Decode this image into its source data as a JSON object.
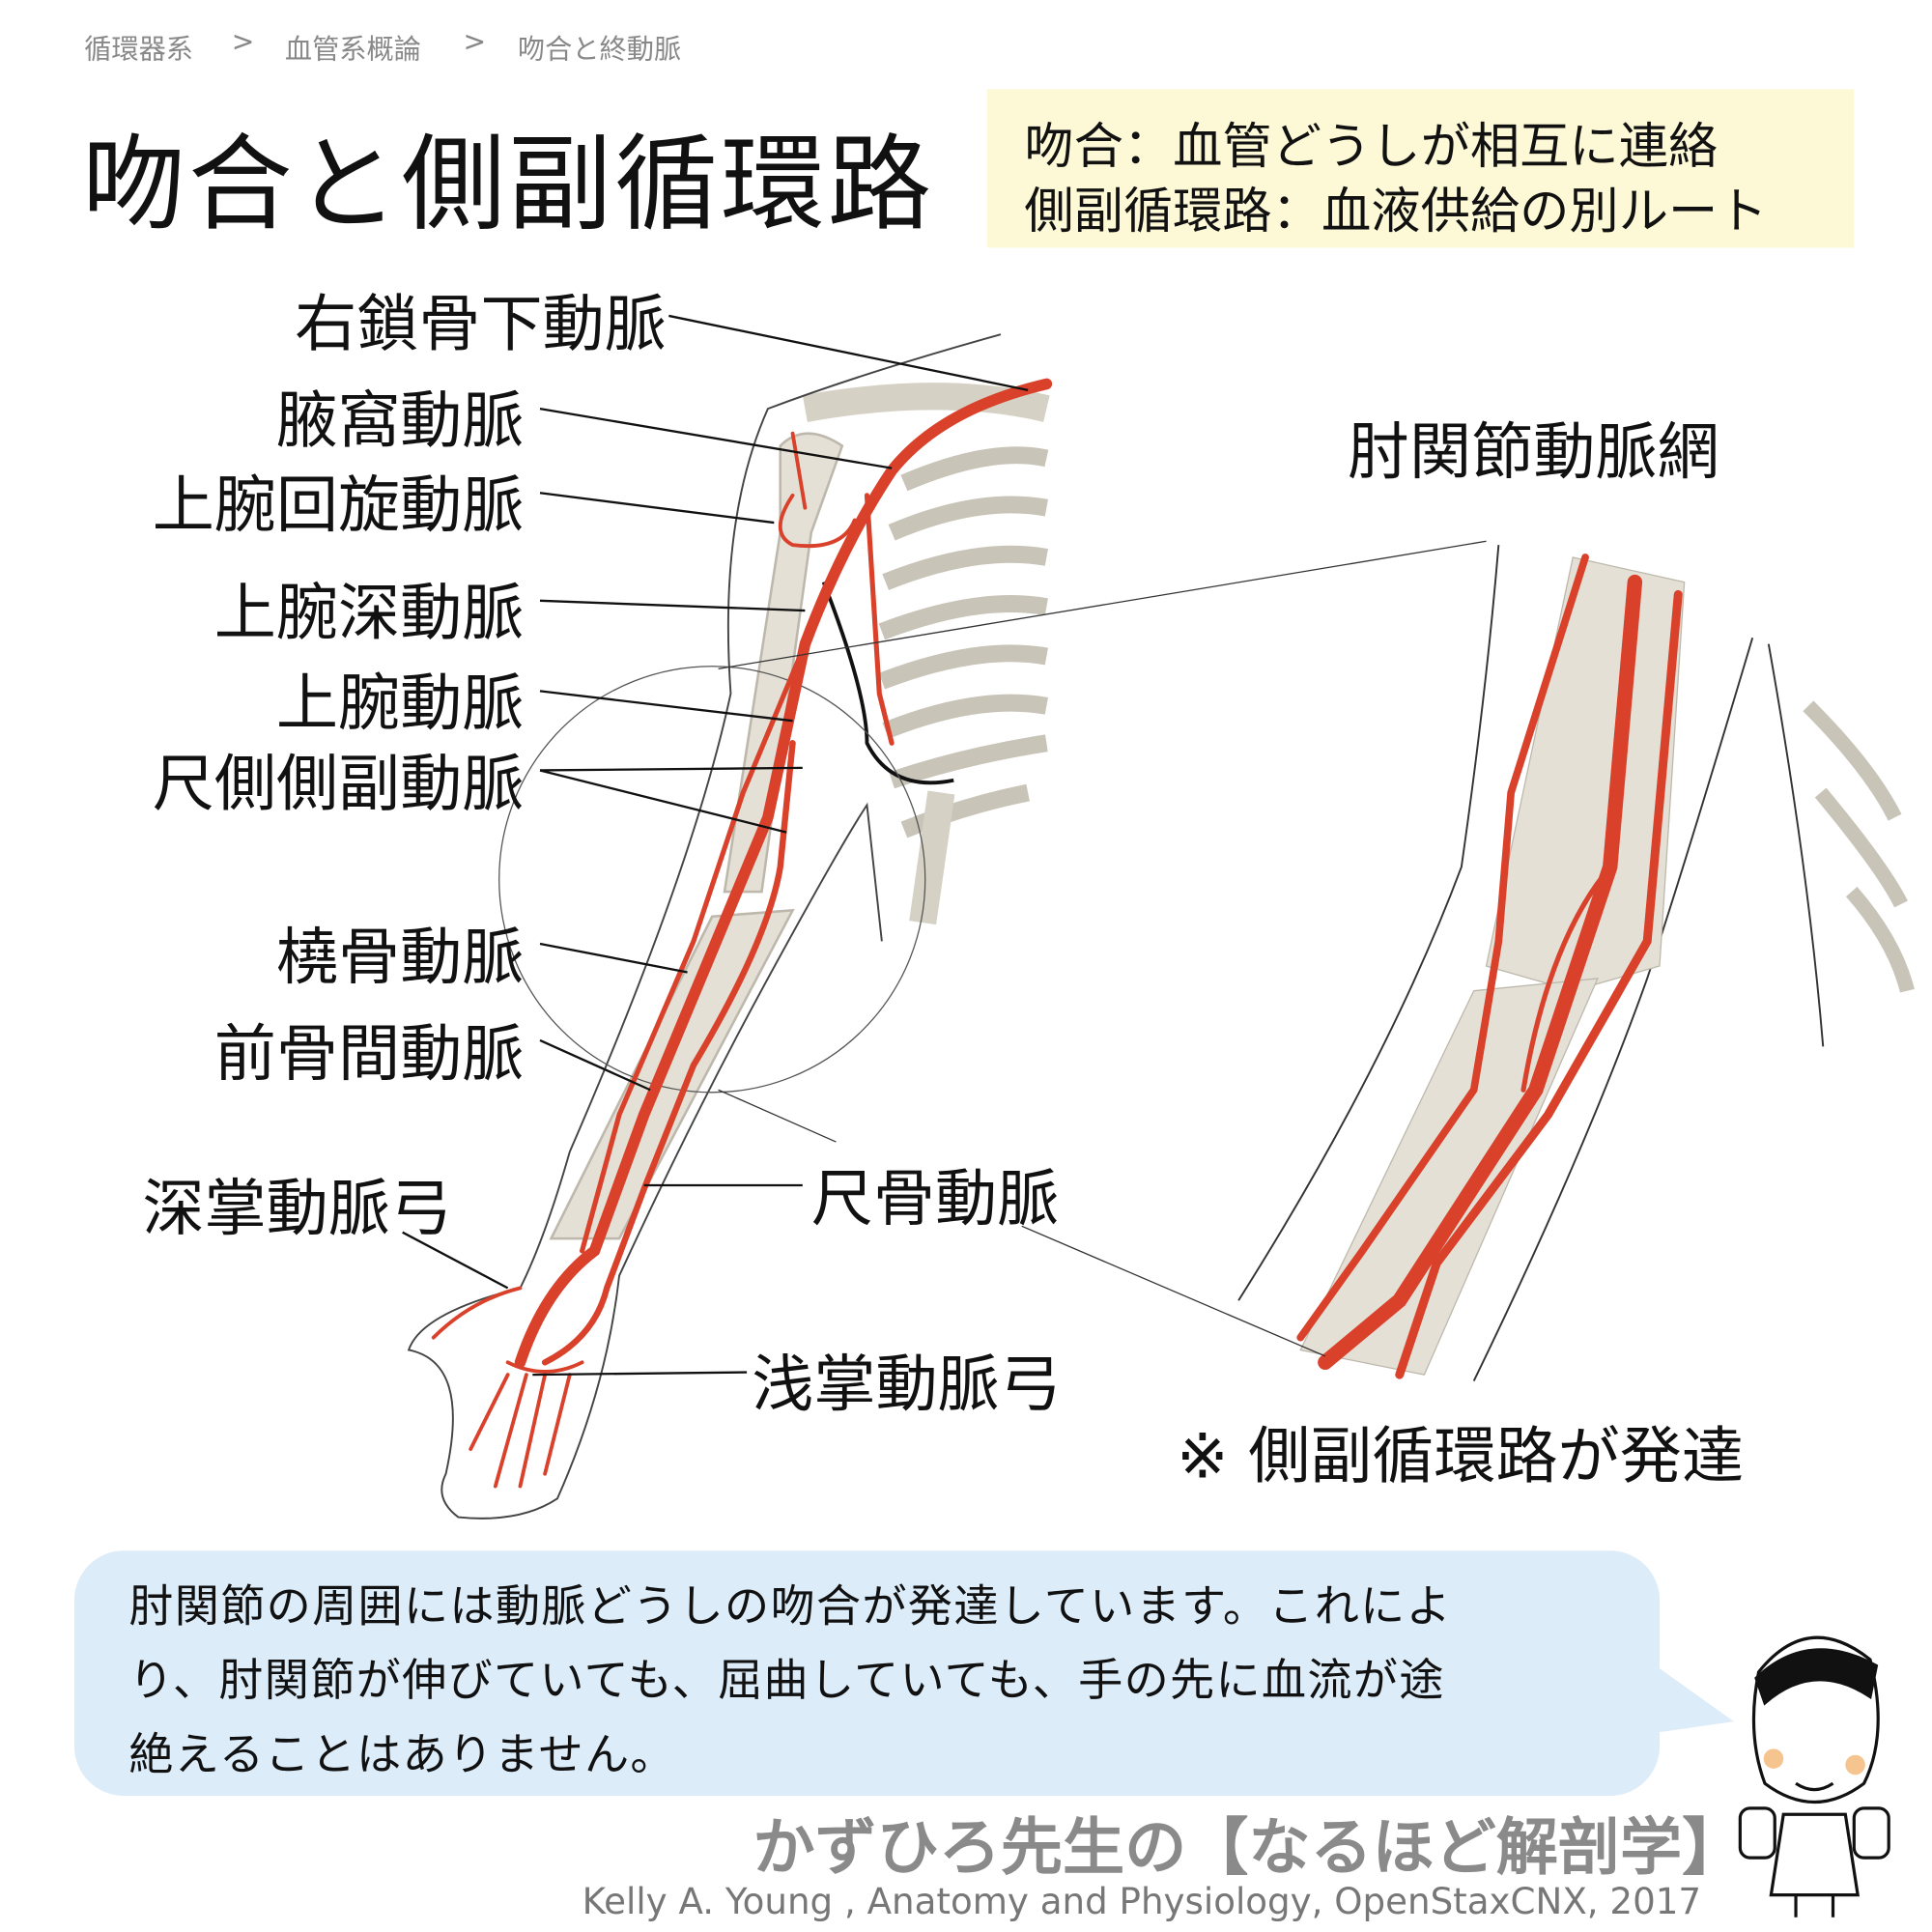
{
  "breadcrumb": [
    "循環器系",
    "血管系概論",
    "吻合と終動脈"
  ],
  "breadcrumb_separator": ">",
  "title": "吻合と側副循環路",
  "definitions": [
    "吻合：血管どうしが相互に連絡",
    "側副循環路：血液供給の別ルート"
  ],
  "labels": {
    "subclavian": "右鎖骨下動脈",
    "axillary": "腋窩動脈",
    "circumflex": "上腕回旋動脈",
    "deep_brachial": "上腕深動脈",
    "brachial": "上腕動脈",
    "ulnar_collateral": "尺側側副動脈",
    "radial": "橈骨動脈",
    "interosseous": "前骨間動脈",
    "deep_palmar": "深掌動脈弓",
    "ulnar": "尺骨動脈",
    "superficial_palmar": "浅掌動脈弓",
    "elbow_network": "肘関節動脈網",
    "collateral_note": "※ 側副循環路が発達"
  },
  "explanation": [
    "肘関節の周囲には動脈どうしの吻合が発達しています。これによ",
    "り、肘関節が伸びていても、屈曲していても、手の先に血流が途",
    "絶えることはありません。"
  ],
  "brand": "かずひろ先生の【なるほど解剖学】",
  "citation": "Kelly A. Young , Anatomy and Physiology, OpenStaxCNX, 2017",
  "colors": {
    "artery": "#d9412b",
    "bone": "#e4e0d6",
    "definition_bg": "#fdf8d6",
    "bubble_bg": "#dcecf9",
    "brand_gray": "#8a8a8a"
  }
}
